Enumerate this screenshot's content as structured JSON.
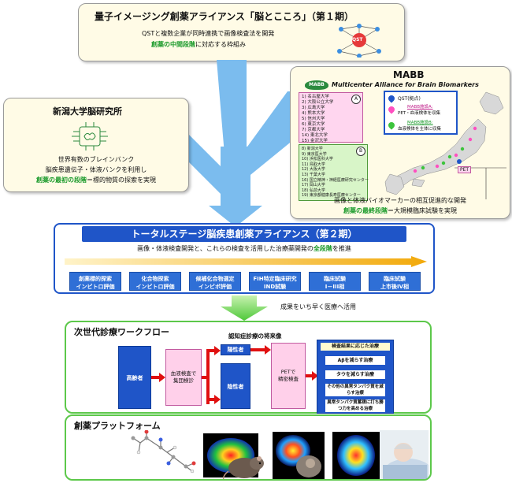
{
  "phase1": {
    "title": "量子イメージング創薬アライアンス「脳とこころ」（第１期）",
    "line1": "QSTと複数企業が同時連携で画像検査法を開発",
    "line2_green": "創薬の中間段階",
    "line2_rest": "に対応する枠組み",
    "qst_label": "QST"
  },
  "niigata": {
    "title": "新潟大学脳研究所",
    "line1": "世界有数のブレインバンク",
    "line2": "脳疾患遺伝子・体液バンクを利用し",
    "line3_green": "創薬の最初の段階",
    "line3_rest": "＝標的物質の探索を実現"
  },
  "mabb": {
    "title": "MABB",
    "subtitle": "Multicenter Alliance for Brain Biomarkers",
    "logo_text": "MABB",
    "group_a_badge": "A",
    "group_a": "1) 名古屋大学\n2) 大阪公立大学\n3) 広島大学\n4) 熊本大学\n5) 信州大学\n6) 東京大学\n7) 京都大学\n14) 東北大学\n15) 金沢大学",
    "group_b_badge": "B",
    "group_b": "8) 新潟大学\n9) 東京医大学\n10) 浜松医科大学\n11) 鳥取大学\n12) 大阪大学\n13) 千葉大学\n16) 国立精神・神経医療研究センター\n17) 岡山大学\n18) 弘前大学\n19) 東京都健康長寿医療センター",
    "legend_qst": "QST(拠点)",
    "legend_pet_h": "MABB施設A:",
    "legend_pet": "PET・血液検体を収集",
    "legend_blood_h": "MABB施設B:",
    "legend_blood": "血液検体を主体に収集",
    "map_label": "PET",
    "line1": "画像と体液バイオマーカーの相互促進的な開発",
    "line2_green": "創薬の最終段階",
    "line2_rest": "＝大規模臨床試験を実現"
  },
  "phase2": {
    "title": "トータルステージ脳疾患創薬アライアンス（第２期）",
    "desc_pre": "画像・体液検査開発と、これらの検査を活用した治療薬開発の",
    "desc_green": "全段階",
    "desc_post": "を推進",
    "steps": [
      {
        "l1": "創薬標的探索",
        "l2": "インビトロ評価"
      },
      {
        "l1": "化合物探索",
        "l2": "インビトロ評価"
      },
      {
        "l1": "候補化合物選定",
        "l2": "インビボ評価"
      },
      {
        "l1": "FIH特定臨床研究",
        "l2": "IND試験"
      },
      {
        "l1": "臨床試験",
        "l2": "I－III相"
      },
      {
        "l1": "臨床試験",
        "l2": "上市後IV相"
      }
    ]
  },
  "apply_text": "成果をいち早く医療へ活用",
  "workflow": {
    "title": "次世代診療ワークフロー",
    "subtitle": "認知症診療の将来像",
    "elderly": "高齢者",
    "blood_test_l1": "血液検査で",
    "blood_test_l2": "集団検診",
    "positive": "陽性者",
    "negative": "陰性者",
    "pet_l1": "PETで",
    "pet_l2": "精密検査",
    "treatment_header": "検査結果に応じた治療",
    "treatments": [
      "Aβを減らす治療",
      "タウを減らす治療",
      "その他の異常タンパク質を減らす治療",
      "異常タンパク質蓄積に打ち勝つ力を高める治療"
    ]
  },
  "platform": {
    "title": "創薬プラットフォーム"
  },
  "colors": {
    "blue_dark": "#1f55c8",
    "green": "#1a9a2a",
    "cream": "#fffbe6",
    "arrow_blue": "#5aa8e8",
    "red": "#e01010"
  }
}
